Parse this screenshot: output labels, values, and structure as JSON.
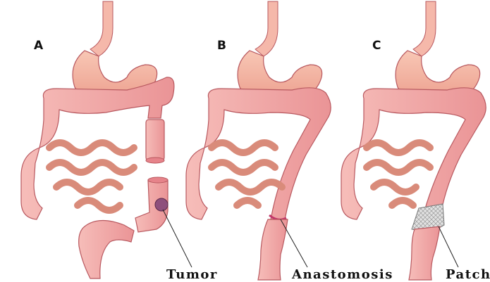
{
  "panels": [
    {
      "letter": "A",
      "label": "Tumor"
    },
    {
      "letter": "B",
      "label": "Anastomosis"
    },
    {
      "letter": "C",
      "label": "Patch"
    }
  ],
  "colors": {
    "tissue_fill": "#f2a9a6",
    "tissue_light": "#f9cfcb",
    "tissue_dark": "#d9777a",
    "stomach_fill": "#f4b29e",
    "outline": "#b8585f",
    "patch": "#d9d9d9",
    "tumor": "#8e4f7c"
  }
}
